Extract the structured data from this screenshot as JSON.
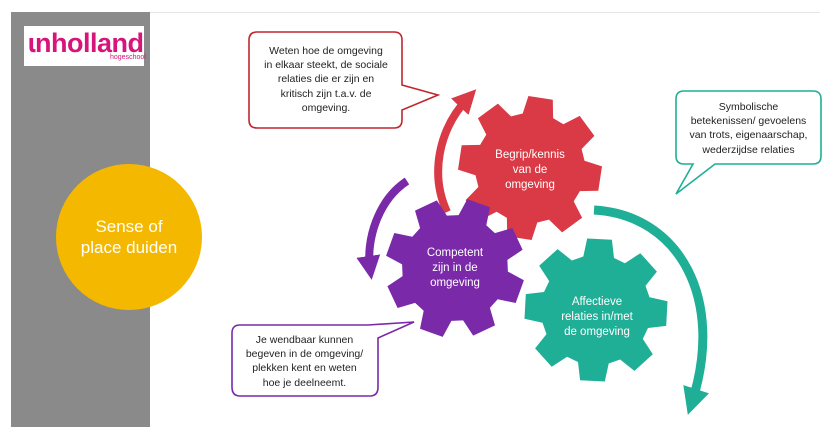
{
  "logo": {
    "main": "ɩnholland",
    "sub": "hogeschool"
  },
  "center": {
    "label_line1": "Sense of",
    "label_line2": "place duiden"
  },
  "gears": {
    "begrip": {
      "line1": "Begrip/kennis",
      "line2": "van de",
      "line3": "omgeving",
      "color": "#d93a45"
    },
    "competent": {
      "line1": "Competent",
      "line2": "zijn in de",
      "line3": "omgeving",
      "color": "#7a2aa8"
    },
    "affectief": {
      "line1": "Affectieve",
      "line2": "relaties in/met",
      "line3": "de omgeving",
      "color": "#1fae96"
    }
  },
  "callouts": {
    "red": {
      "line1": "Weten hoe de omgeving",
      "line2": "in elkaar steekt, de sociale",
      "line3": "relaties die er zijn en",
      "line4": "kritisch zijn t.a.v. de",
      "line5": "omgeving.",
      "color": "#c0272d"
    },
    "green": {
      "line1": "Symbolische",
      "line2": "betekenissen/ gevoelens",
      "line3": "van trots, eigenaarschap,",
      "line4": "wederzijdse relaties",
      "color": "#1fae96"
    },
    "purple": {
      "line1": "Je wendbaar kunnen",
      "line2": "begeven in de omgeving/",
      "line3": "plekken kent en weten",
      "line4": "hoe je deelneemt.",
      "color": "#7a2aa8"
    }
  }
}
